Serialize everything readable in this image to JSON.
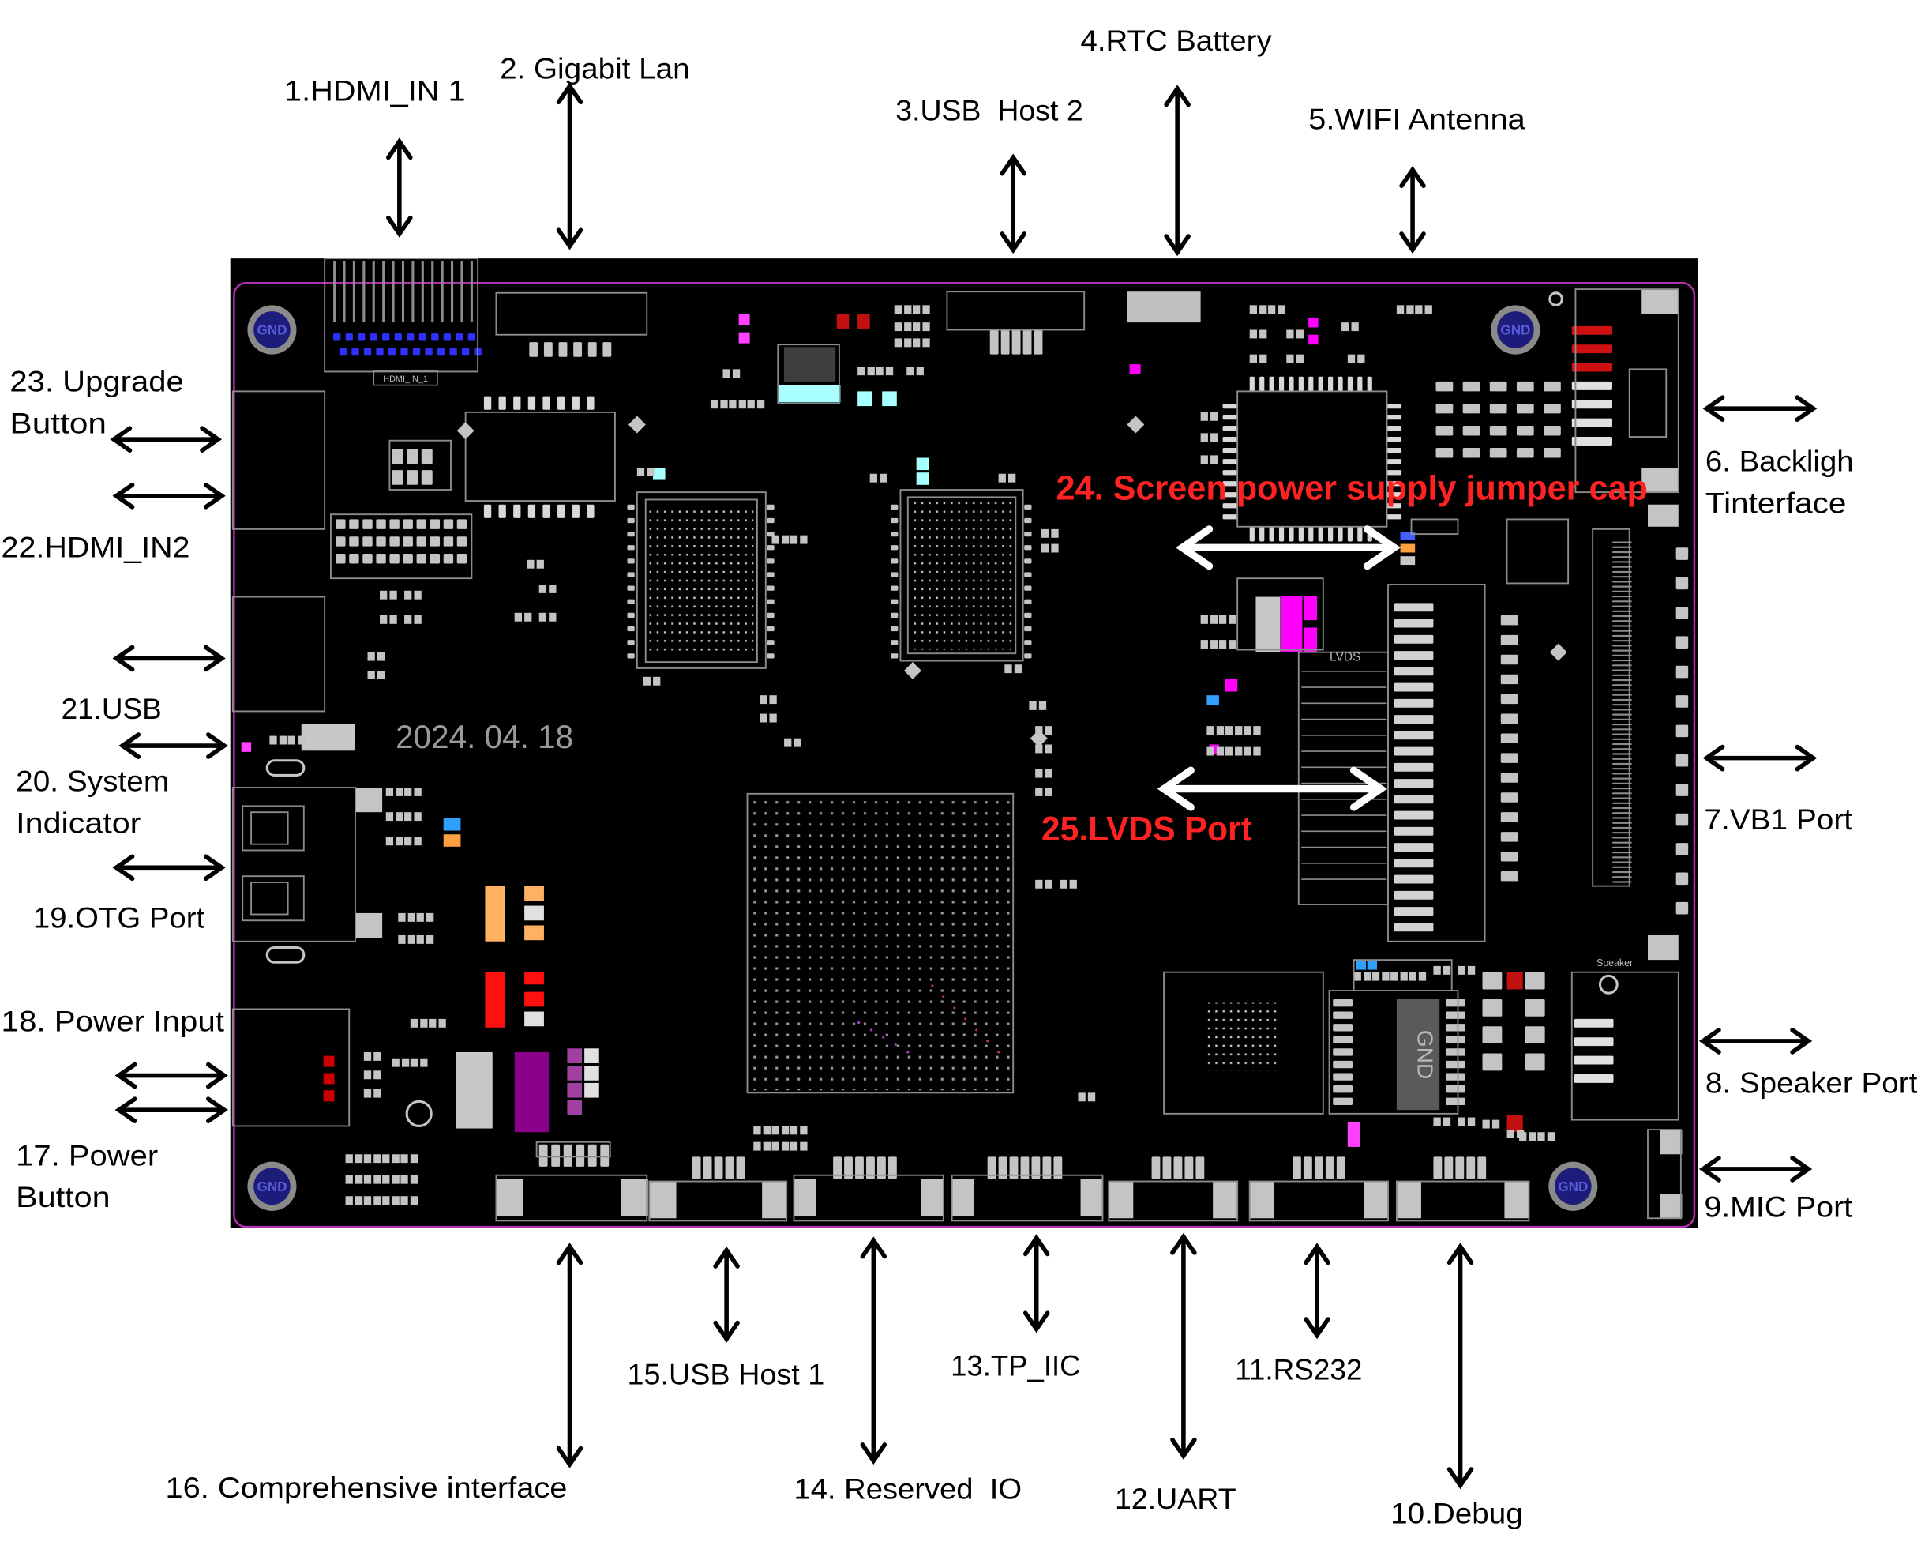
{
  "diagram": {
    "ports": [
      {
        "lines": [
          "1.HDMI_IN 1"
        ]
      },
      {
        "lines": [
          "2. Gigabit Lan"
        ]
      },
      {
        "lines": [
          "3.USB  Host 2"
        ]
      },
      {
        "lines": [
          "4.RTC Battery"
        ]
      },
      {
        "lines": [
          "5.WIFI Antenna"
        ]
      },
      {
        "lines": [
          "6. Backligh",
          "Tinterface"
        ]
      },
      {
        "lines": [
          "7.VB1 Port"
        ]
      },
      {
        "lines": [
          "8. Speaker Port"
        ]
      },
      {
        "lines": [
          "9.MIC Port"
        ]
      },
      {
        "lines": [
          "10.Debug"
        ]
      },
      {
        "lines": [
          "11.RS232"
        ]
      },
      {
        "lines": [
          "12.UART"
        ]
      },
      {
        "lines": [
          "13.TP_IIC"
        ]
      },
      {
        "lines": [
          "14. Reserved  IO"
        ]
      },
      {
        "lines": [
          "15.USB Host 1"
        ]
      },
      {
        "lines": [
          "16. Comprehensive interface"
        ]
      },
      {
        "lines": [
          "17. Power",
          "Button"
        ]
      },
      {
        "lines": [
          "18. Power Input"
        ]
      },
      {
        "lines": [
          "19.OTG Port"
        ]
      },
      {
        "lines": [
          "20. System",
          "Indicator"
        ]
      },
      {
        "lines": [
          "21.USB"
        ]
      },
      {
        "lines": [
          "22.HDMI_IN2"
        ]
      },
      {
        "lines": [
          "23. Upgrade",
          "Button"
        ]
      }
    ],
    "highlights": [
      {
        "label": "24. Screen power supply jumper cap"
      },
      {
        "label": "25.LVDS Port"
      }
    ],
    "board": {
      "date": "2024. 04. 18",
      "mounting_hole_label": "GND",
      "silkscreen": {
        "hdmi_in_1": "HDMI_IN_1",
        "lvds": "LVDS",
        "chip_gnd": "GND",
        "speaker": "Speaker"
      }
    }
  },
  "colors": {
    "background": "#ffffff",
    "board": "#000000",
    "board_outline": "#b030b0",
    "label_text": "#000000",
    "highlight_text": "#ff2222",
    "callout_arrow": "#000000",
    "highlight_arrow": "#ffffff"
  }
}
